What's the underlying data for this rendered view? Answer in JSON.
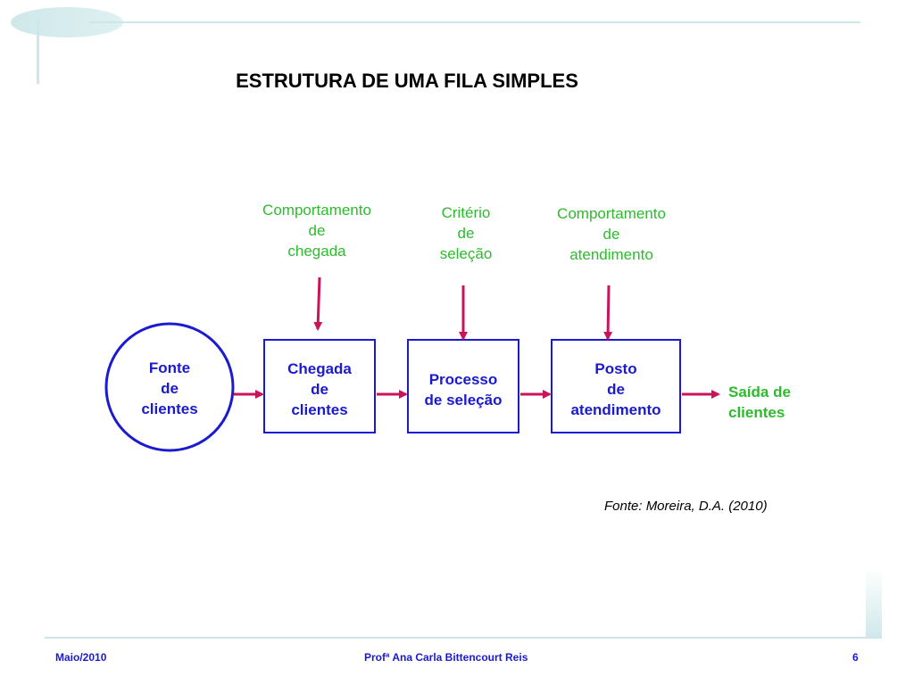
{
  "title": "ESTRUTURA DE UMA FILA SIMPLES",
  "influences": {
    "arrival_behavior": "Comportamento\nde\nchegada",
    "selection_criterion": "Critério\nde\nseleção",
    "service_behavior": "Comportamento\nde\natendimento"
  },
  "nodes": {
    "source": "Fonte\nde\nclientes",
    "arrival": "Chegada\nde\nclientes",
    "selection": "Processo\nde seleção",
    "service": "Posto\nde\natendimento",
    "exit": "Saída de\nclientes"
  },
  "citation": "Fonte: Moreira, D.A. (2010)",
  "footer": {
    "date": "Maio/2010",
    "author": "Profª Ana Carla Bittencourt Reis",
    "page": "6"
  },
  "colors": {
    "node_border": "#1a1ad0",
    "node_text": "#1a1ad0",
    "label_text": "#2dbb2d",
    "arrow": "#c8145a"
  }
}
